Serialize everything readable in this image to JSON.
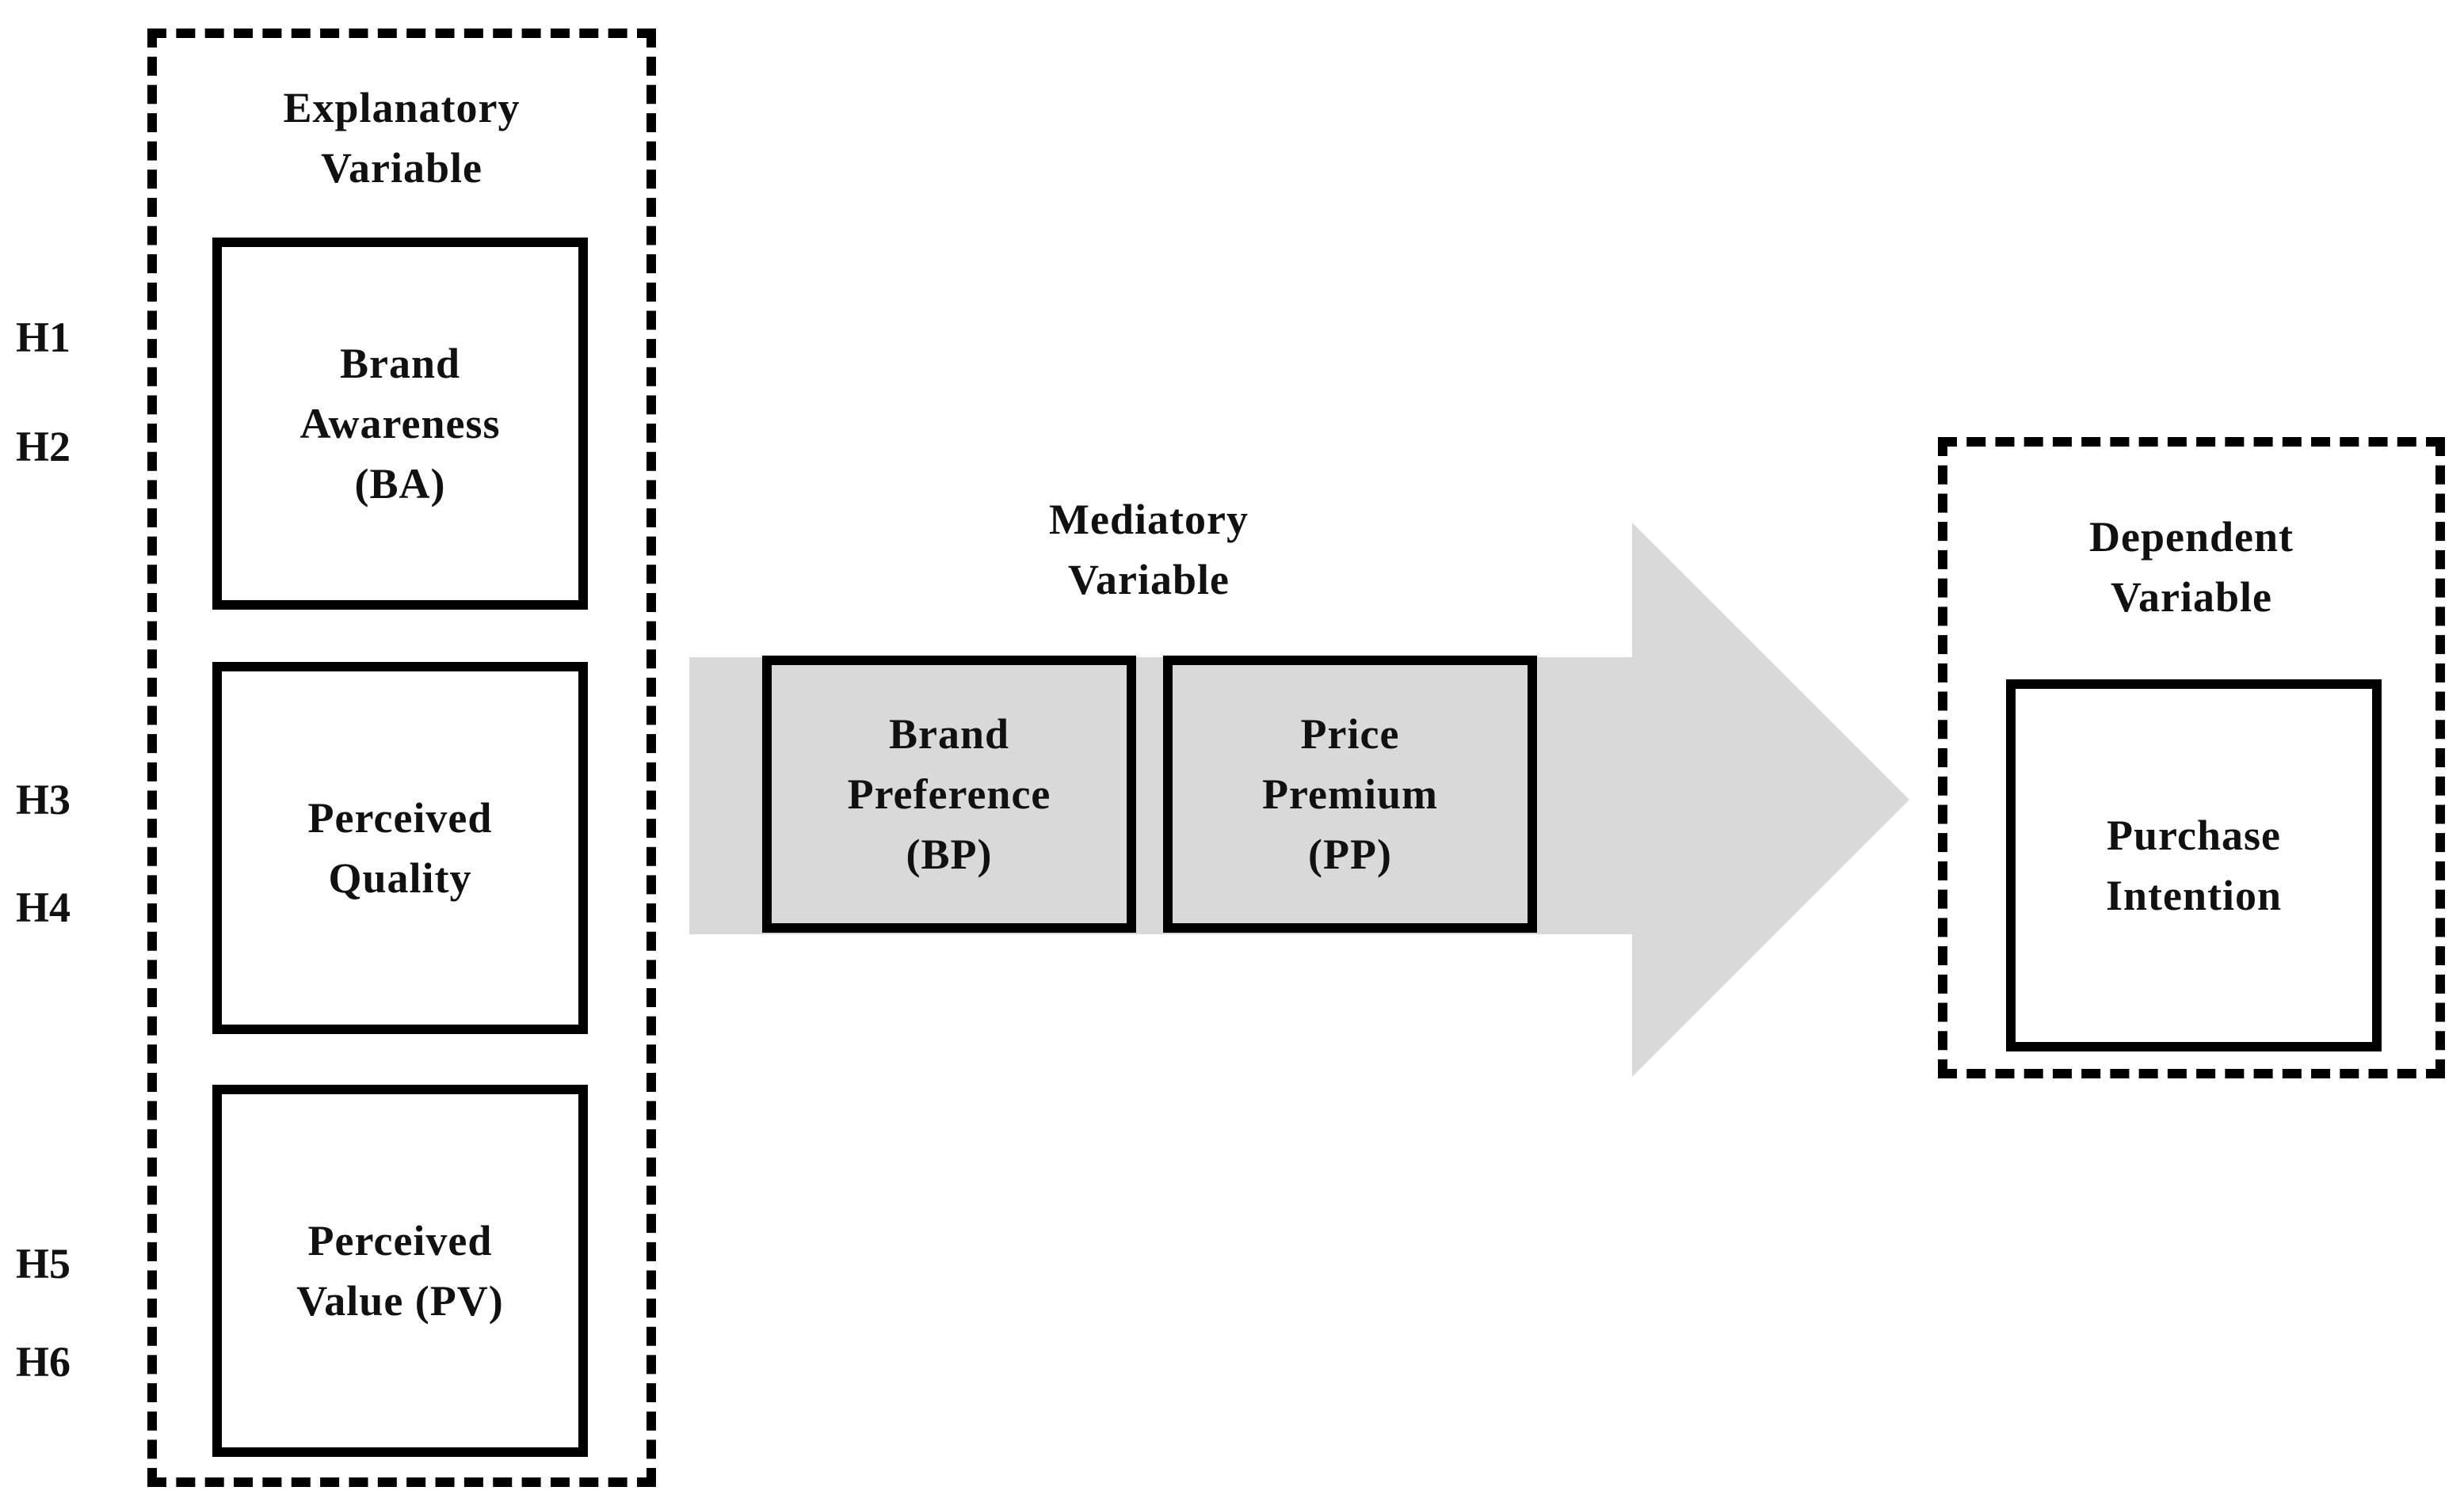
{
  "diagram": {
    "explanatory": {
      "title": "Explanatory\nVariable",
      "boxes": [
        "Brand\nAwareness\n(BA)",
        "Perceived\nQuality",
        "Perceived\nValue (PV)"
      ]
    },
    "hypotheses": [
      "H1",
      "H2",
      "H3",
      "H4",
      "H5",
      "H6"
    ],
    "mediatory": {
      "title": "Mediatory\nVariable",
      "boxes": [
        "Brand\nPreference\n(BP)",
        "Price\nPremium\n(PP)"
      ]
    },
    "dependent": {
      "title": "Dependent\nVariable",
      "box": "Purchase\nIntention"
    },
    "colors": {
      "arrow_fill": "#d9d9d9",
      "border": "#000000",
      "background": "#ffffff"
    }
  }
}
